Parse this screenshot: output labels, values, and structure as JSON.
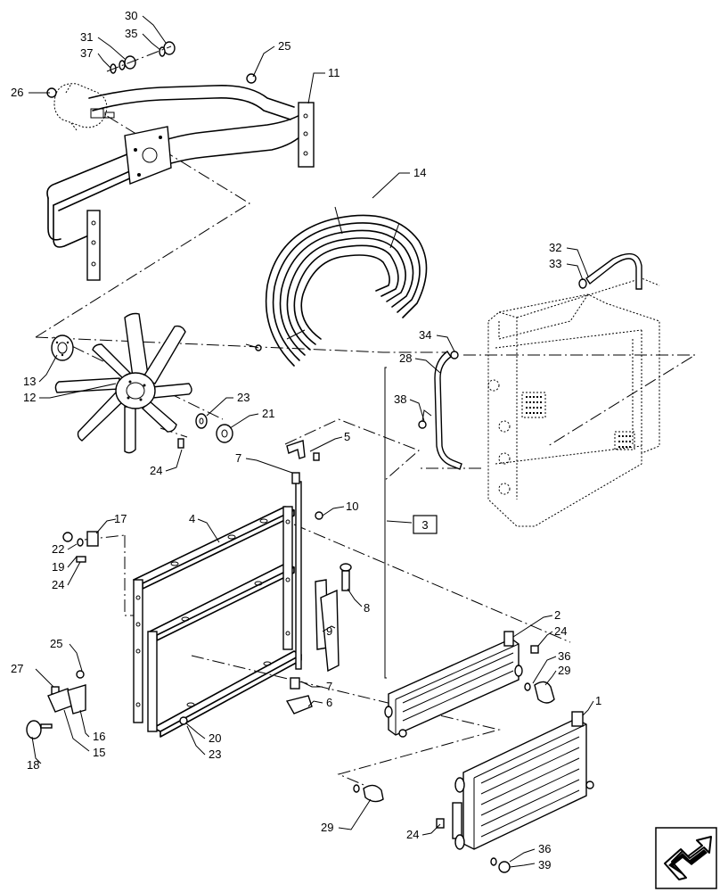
{
  "callouts": [
    "30",
    "31",
    "35",
    "37",
    "25",
    "11",
    "26",
    "14",
    "32",
    "33",
    "34",
    "28",
    "38",
    "13",
    "12",
    "23",
    "21",
    "24",
    "5",
    "7",
    "10",
    "3",
    "17",
    "4",
    "22",
    "19",
    "24",
    "8",
    "9",
    "2",
    "24",
    "36",
    "29",
    "25",
    "27",
    "7",
    "6",
    "16",
    "15",
    "18",
    "20",
    "23",
    "1",
    "29",
    "24",
    "36",
    "39"
  ],
  "ref_box": "3"
}
